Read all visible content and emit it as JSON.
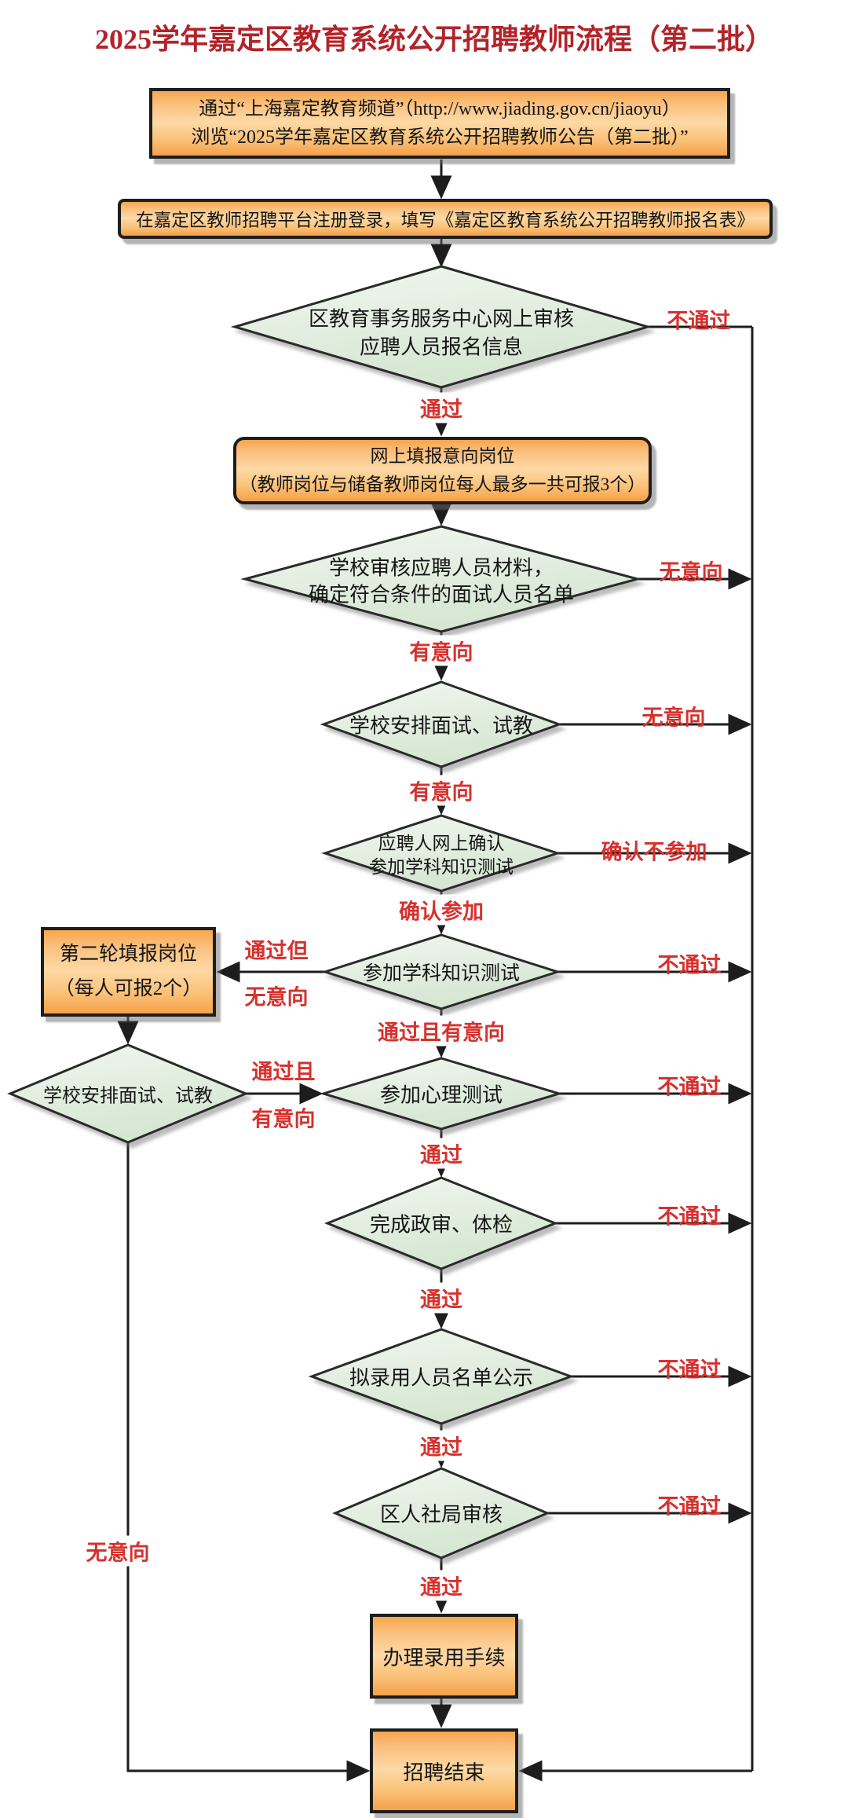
{
  "title": {
    "text": "2025学年嘉定区教育系统公开招聘教师流程（第二批）",
    "color": "#b2242a"
  },
  "colors": {
    "box_border": "#1d1d1d",
    "box_fill_top": "#f6a64d",
    "box_fill_mid": "#fdd9a5",
    "box_fill_bottom": "#f5a04a",
    "diamond_fill_light": "#f1f7ef",
    "diamond_fill_dark": "#d5e6d2",
    "line": "#1d1d1d",
    "label_red": "#d7312e"
  },
  "nodes": {
    "announce": {
      "line1": "通过“上海嘉定教育频道”（http://www.jiading.gov.cn/jiaoyu）",
      "line2": "浏览“2025学年嘉定区教育系统公开招聘教师公告（第二批）”"
    },
    "register": {
      "text": "在嘉定区教师招聘平台注册登录，填写《嘉定区教育系统公开招聘教师报名表》"
    },
    "review_online": {
      "line1": "区教育事务服务中心网上审核",
      "line2": "应聘人员报名信息"
    },
    "fill_positions": {
      "line1": "网上填报意向岗位",
      "line2": "（教师岗位与储备教师岗位每人最多一共可报3个）"
    },
    "school_review": {
      "line1": "学校审核应聘人员材料，",
      "line2": "确定符合条件的面试人员名单"
    },
    "school_interview": {
      "text": "学校安排面试、试教"
    },
    "confirm_online": {
      "line1": "应聘人网上确认",
      "line2": "参加学科知识测试"
    },
    "knowledge_test": {
      "text": "参加学科知识测试"
    },
    "second_round_box": {
      "line1": "第二轮填报岗位",
      "line2": "（每人可报2个）"
    },
    "second_interview": {
      "text": "学校安排面试、试教"
    },
    "psych_test": {
      "text": "参加心理测试"
    },
    "political_medical": {
      "text": "完成政审、体检"
    },
    "publicity": {
      "text": "拟录用人员名单公示"
    },
    "bureau_review": {
      "text": "区人社局审核"
    },
    "hire_procedure": {
      "text": "办理录用手续"
    },
    "end": {
      "text": "招聘结束"
    }
  },
  "labels": {
    "pass": "通过",
    "fail": "不通过",
    "no_intent": "无意向",
    "has_intent": "有意向",
    "confirm_no": "确认不参加",
    "confirm_yes": "确认参加",
    "pass_and_intent": "通过且有意向",
    "pass_but": "通过但",
    "pass_and": "通过且"
  }
}
